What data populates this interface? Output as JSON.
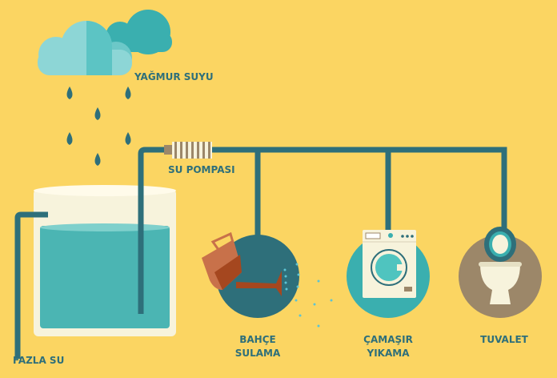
{
  "labels": {
    "rain": "YAĞMUR SUYU",
    "pump": "SU POMPASI",
    "overflow": "FAZLA SU",
    "garden_line1": "BAHÇE",
    "garden_line2": "SULAMA",
    "laundry_line1": "ÇAMAŞIR",
    "laundry_line2": "YIKAMA",
    "toilet": "TUVALET"
  },
  "colors": {
    "background": "#FBD562",
    "pipe": "#2E6F7A",
    "water": "#4BB5B3",
    "cloud_back": "#3AAFAF",
    "cloud_front": "#8DD6D6",
    "garden_circle": "#2E6F7A",
    "laundry_circle": "#3AAFAF",
    "toilet_circle": "#9C8769"
  }
}
